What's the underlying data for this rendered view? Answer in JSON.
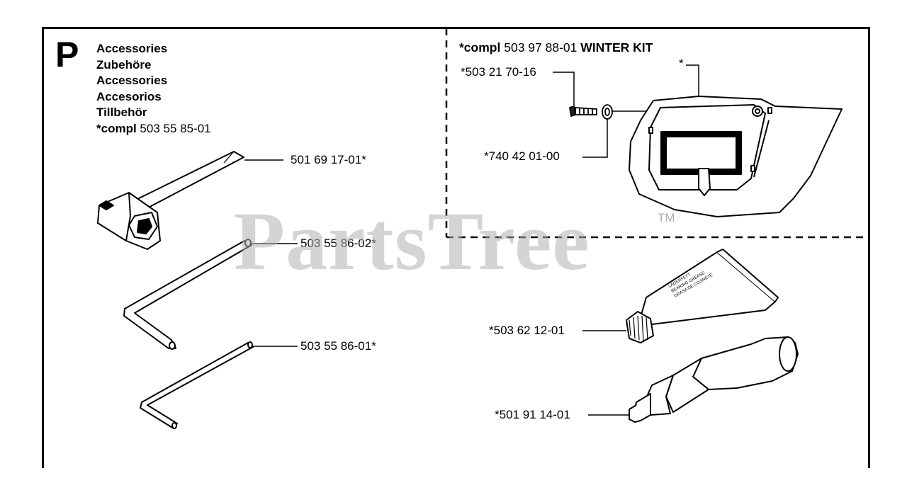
{
  "section": {
    "letter": "P",
    "titles": [
      "Accessories",
      "Zubehöre",
      "Accessories",
      "Accesorios",
      "Tillbehör"
    ],
    "compl_prefix": "*compl",
    "compl_number": "503 55 85-01"
  },
  "winter_kit": {
    "compl_prefix": "*compl",
    "number": "503 97 88-01",
    "name": "WINTER KIT"
  },
  "parts": {
    "spark_plug_wrench": "501 69 17-01*",
    "hex_key_large": "503 55 86-02*",
    "hex_key_small": "503 55 86-01*",
    "screw": "*503 21 70-16",
    "cover": "*",
    "washer": "*740 42 01-00",
    "grease_tube": "*503 62 12-01",
    "grease_gun": "*501 91 14-01"
  },
  "tube_label": [
    "LAGERFETT",
    "BEARING GREASE",
    "GRASA DE COJINETE"
  ],
  "watermark": {
    "text": "PartsTree",
    "tm": "TM"
  }
}
